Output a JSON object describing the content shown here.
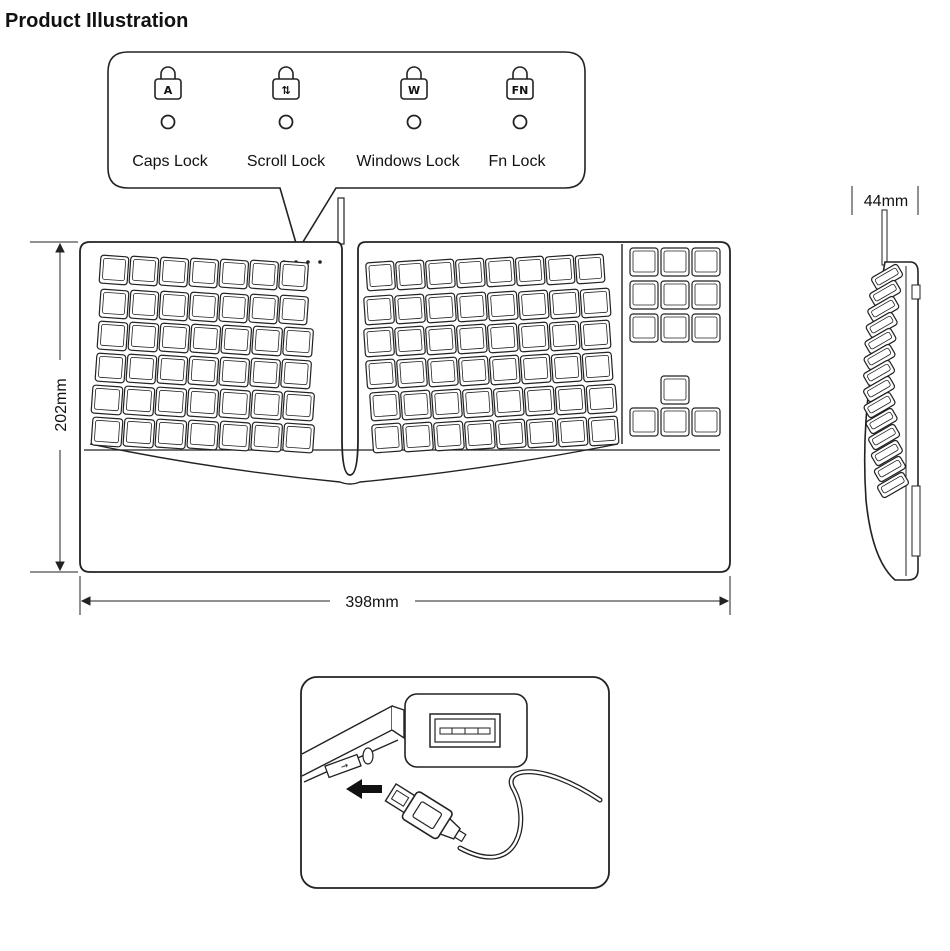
{
  "page": {
    "title": "Product Illustration"
  },
  "indicators": [
    {
      "label": "Caps Lock",
      "glyph": "A",
      "icon": "caps-lock-icon"
    },
    {
      "label": "Scroll Lock",
      "glyph": "⇅",
      "icon": "scroll-lock-icon"
    },
    {
      "label": "Windows Lock",
      "glyph": "W",
      "icon": "windows-lock-icon"
    },
    {
      "label": "Fn Lock",
      "glyph": "FN",
      "icon": "fn-lock-icon"
    }
  ],
  "dimensions": {
    "width": "398mm",
    "depth": "202mm",
    "height": "44mm"
  },
  "colors": {
    "line": "#222222",
    "fill": "#ffffff"
  }
}
